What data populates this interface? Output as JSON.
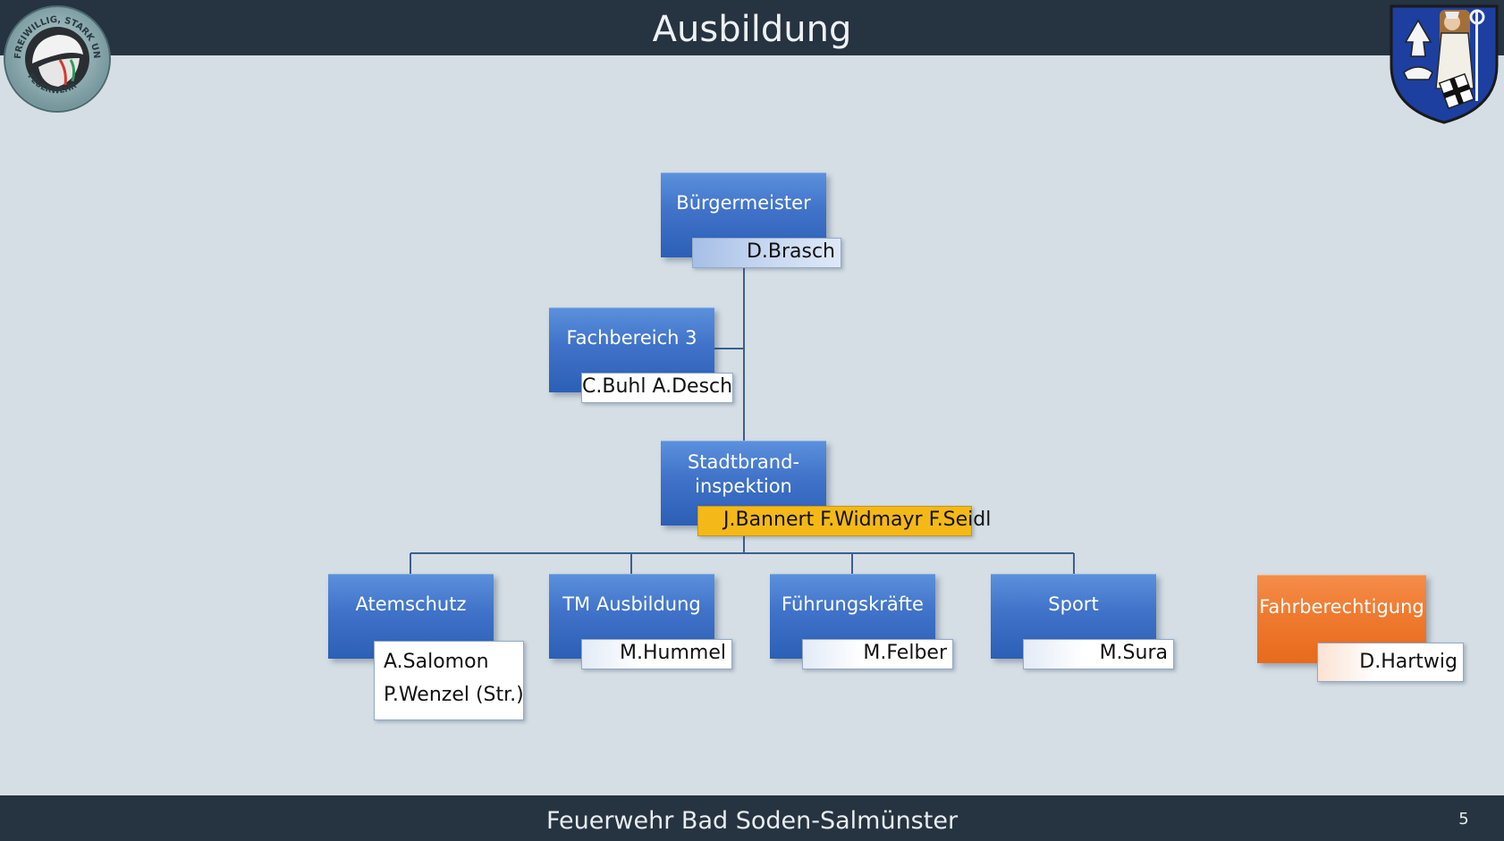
{
  "slide": {
    "title": "Ausbildung",
    "footer": "Feuerwehr Bad Soden-Salmünster",
    "page_number": "5"
  },
  "logos": {
    "left_badge_text_top": "FREIWILLIG, STARK UND FAIR",
    "left_badge_text_bottom": "FEUERWEHR",
    "left_badge_icon": "firefighter-helmet-icon",
    "right_crest_icon": "town-coat-of-arms-icon"
  },
  "colors": {
    "header_bar": "#263340",
    "background": "#d5dee4",
    "box_blue": "#3f72c8",
    "box_orange": "#ef7a2f",
    "name_gold": "#f4b918",
    "connector": "#3b5f91"
  },
  "org": {
    "buergermeister": {
      "role": "Bürgermeister",
      "names": [
        "D.Brasch"
      ]
    },
    "fachbereich": {
      "role": "Fachbereich 3",
      "names": [
        "C.Buhl A.Desch"
      ]
    },
    "stadtbrandinspektion": {
      "role_line1": "Stadtbrand-",
      "role_line2": "inspektion",
      "names": [
        "J.Bannert F.Widmayr F.Seidl"
      ]
    },
    "atemschutz": {
      "role": "Atemschutz",
      "names": [
        "A.Salomon",
        "P.Wenzel (Str.)"
      ]
    },
    "tm_ausbildung": {
      "role": "TM Ausbildung",
      "names": [
        "M.Hummel"
      ]
    },
    "fuehrungskraefte": {
      "role": "Führungskräfte",
      "names": [
        "M.Felber"
      ]
    },
    "sport": {
      "role": "Sport",
      "names": [
        "M.Sura"
      ]
    },
    "fahrberechtigung": {
      "role": "Fahrberechtigung",
      "names": [
        "D.Hartwig"
      ]
    }
  }
}
